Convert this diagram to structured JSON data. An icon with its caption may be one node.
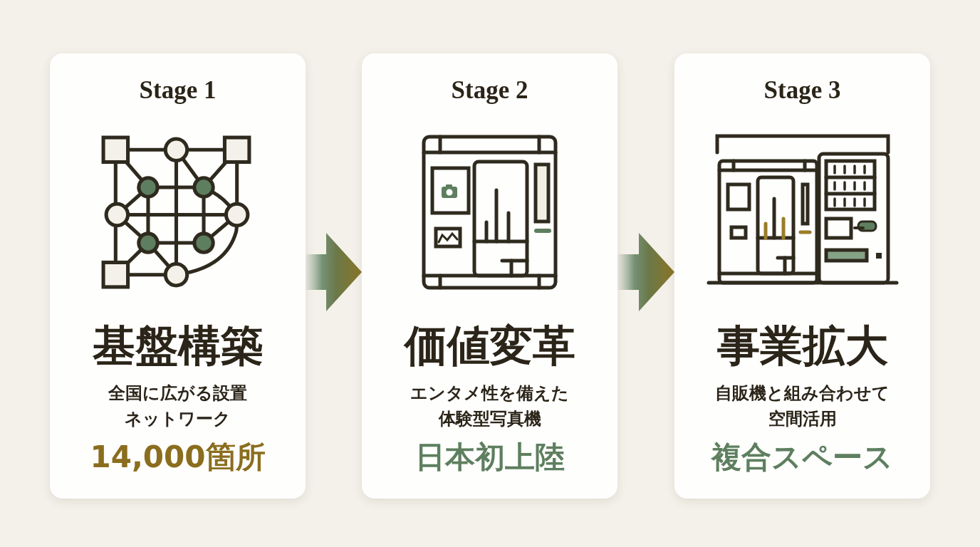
{
  "diagram": {
    "nodes": [
      {
        "text": [
          "Stage 1",
          "基盤構築",
          "全国に広がる設置ネットワーク",
          "14,000箇所"
        ]
      },
      {
        "text": [
          "Stage 2",
          "価値変革",
          "エンタメ性を備えた体験型写真機",
          "日本初上陸"
        ]
      },
      {
        "text": [
          "Stage 3",
          "事業拡大",
          "自販機と組み合わせて空間活用",
          "複合スペース"
        ]
      }
    ],
    "edges": [
      {
        "from": 0,
        "to": 1,
        "arrow": "to"
      },
      {
        "from": 1,
        "to": 2,
        "arrow": "to"
      }
    ]
  }
}
